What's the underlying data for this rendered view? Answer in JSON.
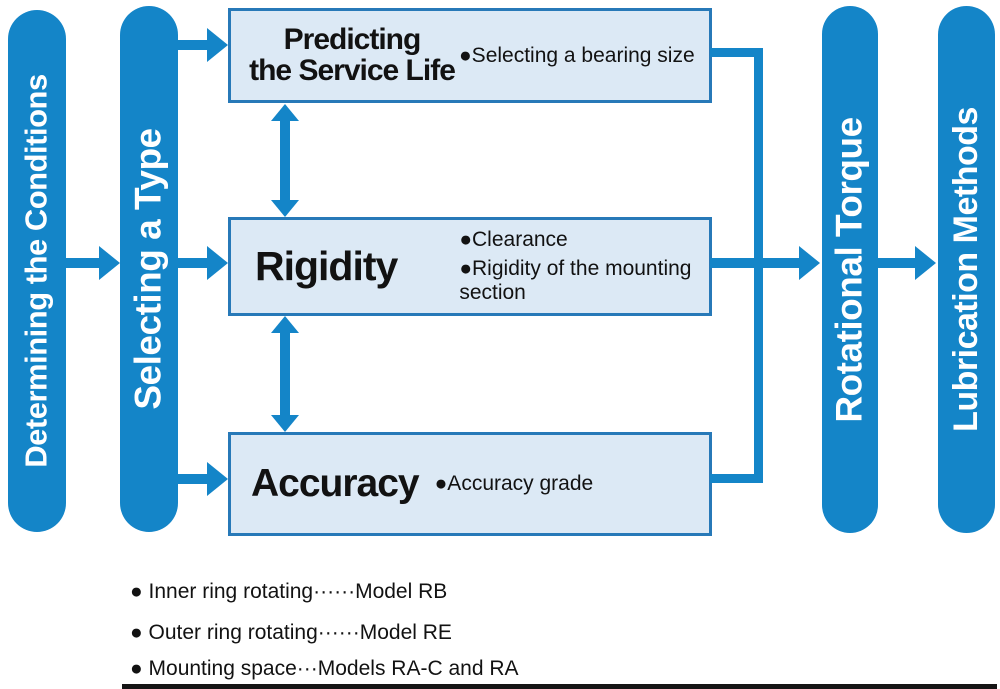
{
  "diagram": {
    "pills": [
      {
        "id": "determining-conditions",
        "label": "Determining the Conditions"
      },
      {
        "id": "selecting-type",
        "label": "Selecting a Type"
      },
      {
        "id": "rotational-torque",
        "label": "Rotational Torque"
      },
      {
        "id": "lubrication-methods",
        "label": "Lubrication Methods"
      }
    ],
    "boxes": [
      {
        "id": "predicting-service-life",
        "title": "Predicting the Service Life",
        "title_line1": "Predicting",
        "title_line2": "the Service Life",
        "bullets": [
          "●Selecting a bearing size"
        ]
      },
      {
        "id": "rigidity",
        "title": "Rigidity",
        "bullets": [
          "●Clearance",
          "●Rigidity of the mounting section"
        ]
      },
      {
        "id": "accuracy",
        "title": "Accuracy",
        "bullets": [
          "●Accuracy grade"
        ]
      }
    ],
    "notes": [
      "● Inner ring rotating······Model RB",
      "● Outer ring rotating······Model RE",
      "● Mounting space···Models RA-C and RA"
    ],
    "colors": {
      "accent_blue": "#1485c8",
      "box_fill": "#dce9f5",
      "box_border": "#2779b8",
      "text": "#121212"
    }
  }
}
